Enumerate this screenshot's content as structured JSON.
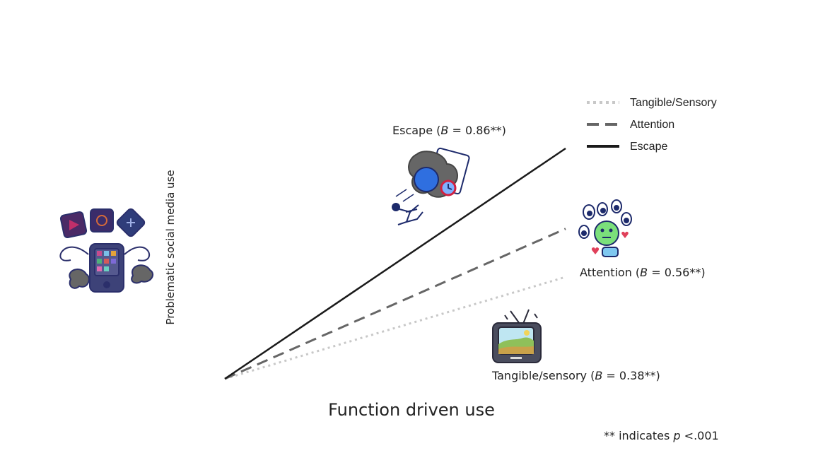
{
  "chart_data": {
    "type": "line",
    "xlabel": "Function driven use",
    "ylabel": "Problematic social media use",
    "footnote": "** indicates p <.001",
    "footnote_parts": {
      "pre": "** indicates ",
      "italic": "p",
      "post": " <.001"
    },
    "series": [
      {
        "name": "Tangible/Sensory",
        "style": "dotted",
        "color": "#c8c8c8",
        "slope": 0.38,
        "label_pre": "Tangible/sensory (",
        "label_coef": "B",
        "label_post": " = 0.38**)"
      },
      {
        "name": "Attention",
        "style": "dashed",
        "color": "#666666",
        "slope": 0.56,
        "label_pre": "Attention (",
        "label_coef": "B",
        "label_post": " = 0.56**)"
      },
      {
        "name": "Escape",
        "style": "solid",
        "color": "#1a1a1a",
        "slope": 0.86,
        "label_pre": "Escape (",
        "label_coef": "B",
        "label_post": " = 0.86**)"
      }
    ],
    "legend_position": "top-right",
    "grid": false,
    "icons": [
      "phone-apps-icon",
      "running-late-icon",
      "eyes-attention-icon",
      "tv-icon"
    ]
  }
}
